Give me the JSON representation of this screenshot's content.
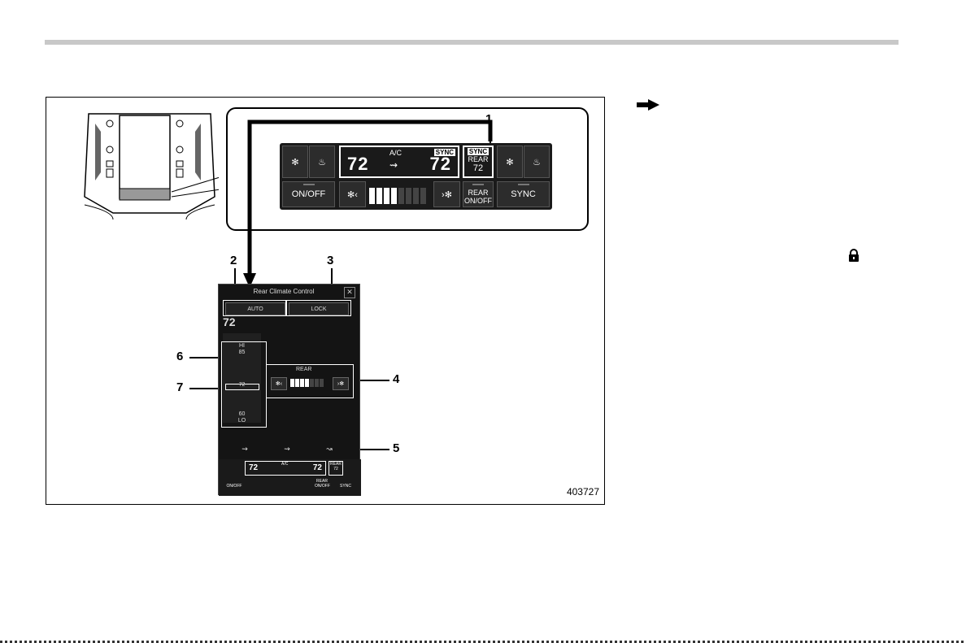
{
  "figure": {
    "id": "403727",
    "callouts": [
      "1",
      "2",
      "3",
      "4",
      "5",
      "6",
      "7"
    ],
    "front_panel": {
      "left_temp": "72",
      "right_temp": "72",
      "ac_label": "A/C",
      "sync_tag": "SYNC",
      "rear_sync_tag": "SYNC",
      "rear_label": "REAR",
      "rear_temp": "72",
      "on_off": "ON/OFF",
      "rear_on_off": "REAR ON/OFF",
      "sync_button": "SYNC",
      "fan_level": 4,
      "fan_max": 8
    },
    "rear_screen": {
      "title": "Rear Climate Control",
      "auto": "AUTO",
      "lock": "LOCK",
      "temp": "72",
      "slider_hi": "HI",
      "slider_85": "85",
      "slider_72": "72",
      "slider_60": "60",
      "slider_lo": "LO",
      "rear_fan_label": "REAR",
      "rear_fan_level": 4,
      "rear_fan_max": 7,
      "mini_left_temp": "72",
      "mini_right_temp": "72",
      "mini_ac": "A/C",
      "mini_rear": "REAR",
      "mini_rear_temp": "72",
      "mini_on_off": "ON/OFF",
      "mini_rear_on_off": "REAR ON/OFF",
      "mini_sync": "SYNC"
    }
  },
  "icons": [
    "arrow-right-icon",
    "lock-icon",
    "fan-icon",
    "seat-heater-icon",
    "vent-mode-icon"
  ]
}
